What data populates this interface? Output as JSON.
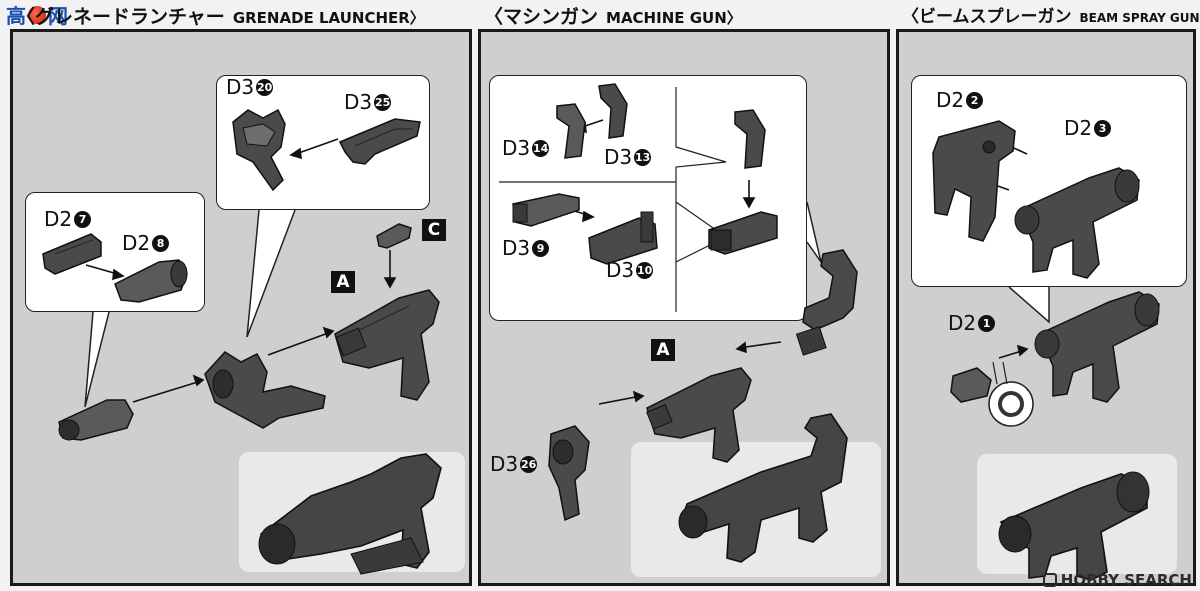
{
  "logo": {
    "chars": [
      "高",
      "网"
    ]
  },
  "sections": [
    {
      "title_jp": "〈グレネードランチャー",
      "title_en": "GRENADE LAUNCHER〉"
    },
    {
      "title_jp": "〈マシンガン",
      "title_en": "MACHINE GUN〉"
    },
    {
      "title_jp": "〈ビームスプレーガン",
      "title_en": "BEAM SPRAY GUN〉"
    }
  ],
  "grenade": {
    "d3_20": {
      "code": "D3",
      "n": "20"
    },
    "d3_25": {
      "code": "D3",
      "n": "25"
    },
    "d2_7": {
      "code": "D2",
      "n": "7"
    },
    "d2_8": {
      "code": "D2",
      "n": "8"
    },
    "tag_a": "A",
    "tag_c": "C"
  },
  "machine": {
    "d3_14": {
      "code": "D3",
      "n": "14"
    },
    "d3_13": {
      "code": "D3",
      "n": "13"
    },
    "d3_9": {
      "code": "D3",
      "n": "9"
    },
    "d3_10": {
      "code": "D3",
      "n": "10"
    },
    "d3_26": {
      "code": "D3",
      "n": "26"
    },
    "tag_a": "A"
  },
  "beam": {
    "d2_2": {
      "code": "D2",
      "n": "2"
    },
    "d2_3": {
      "code": "D2",
      "n": "3"
    },
    "d2_1": {
      "code": "D2",
      "n": "1"
    }
  },
  "watermark": "HOBBY SEARCH",
  "colors": {
    "panel": "#cfcfcf",
    "border": "#1a1a1a",
    "part": "#4a4a4a",
    "partLight": "#6e6e6e",
    "callout": "#ffffff"
  }
}
